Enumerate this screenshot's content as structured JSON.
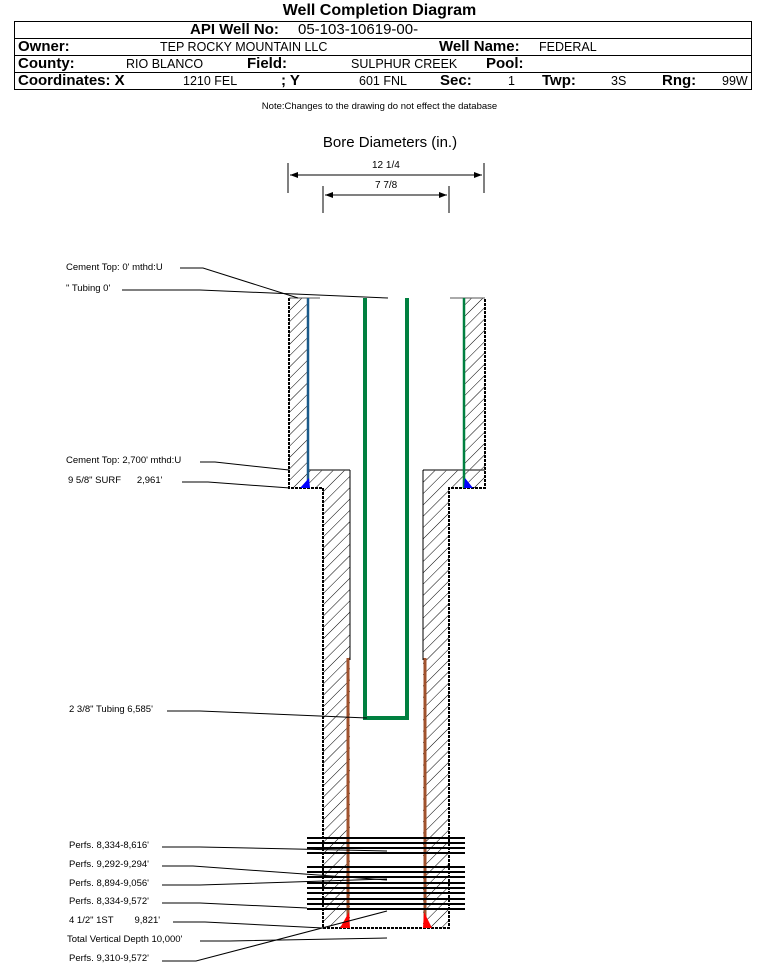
{
  "title": "Well Completion Diagram",
  "header": {
    "api_label": "API Well No:",
    "api_value": "05-103-10619-00-",
    "owner_label": "Owner:",
    "owner_value": "TEP ROCKY MOUNTAIN LLC",
    "well_name_label": "Well Name:",
    "well_name_value": "FEDERAL",
    "county_label": "County:",
    "county_value": "RIO BLANCO",
    "field_label": "Field:",
    "field_value": "SULPHUR CREEK",
    "pool_label": "Pool:",
    "pool_value": "",
    "coords_label": "Coordinates: X",
    "x_value": "1210 FEL",
    "y_label": "; Y",
    "y_value": "601 FNL",
    "sec_label": "Sec:",
    "sec_value": "1",
    "twp_label": "Twp:",
    "twp_value": "3S",
    "rng_label": "Rng:",
    "rng_value": "99W"
  },
  "note": "Note:Changes to the drawing do not effect the database",
  "bore": {
    "title": "Bore Diameters (in.)",
    "outer": "12 1/4",
    "inner": "7 7/8"
  },
  "labels": {
    "cement_top_surface": "Cement Top: 0' mthd:U",
    "tubing_top": "\" Tubing 0'",
    "cement_top_2700": "Cement Top: 2,700' mthd:U",
    "surf_casing": "9 5/8\" SURF      2,961'",
    "tubing": "2 3/8\" Tubing 6,585'",
    "perfs_1": "Perfs. 8,334-8,616'",
    "perfs_2": "Perfs. 9,292-9,294'",
    "perfs_3": "Perfs. 8,894-9,056'",
    "perfs_4": "Perfs. 8,334-9,572'",
    "prod_casing": "4 1/2\" 1ST        9,821'",
    "tvd": "Total Vertical Depth 10,000'",
    "perfs_5": "Perfs. 9,310-9,572'"
  },
  "colors": {
    "tubing": "#008040",
    "surface_cement": "#0000ff",
    "production_cement": "#ff0000",
    "production_casing": "#8b4513",
    "outline": "#000000"
  }
}
